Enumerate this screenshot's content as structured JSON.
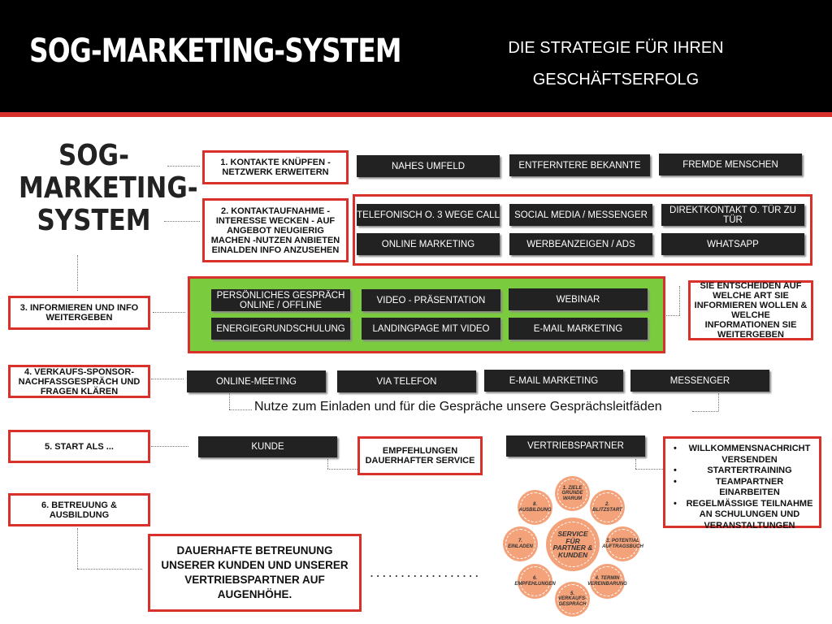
{
  "header": {
    "title": "SOG-MARKETING-SYSTEM",
    "subtitle_line1": "DIE STRATEGIE FÜR IHREN",
    "subtitle_line2": "GESCHÄFTSERFOLG"
  },
  "side_title": [
    "SOG-",
    "MARKETING-",
    "SYSTEM"
  ],
  "steps": {
    "step1": "1. KONTAKTE KNÜPFEN  -  NETZWERK ERWEITERN",
    "step2": "2. KONTAKTAUFNAHME - INTERESSE WECKEN - AUF ANGEBOT NEUGIERIG MACHEN -NUTZEN ANBIETEN EINALDEN INFO ANZUSEHEN",
    "step3": "3. INFORMIEREN UND INFO WEITERGEBEN",
    "step4": "4. VERKAUFS-SPONSOR-NACHFASSGESPRÄCH UND FRAGEN KLÄREN",
    "step5": "5. START ALS ...",
    "step6": "6. BETREUUNG & AUSBILDUNG"
  },
  "row1": [
    "NAHES UMFELD",
    "ENTFERNTERE BEKANNTE",
    "FREMDE MENSCHEN"
  ],
  "row2": [
    "TELEFONISCH O. 3 WEGE CALL",
    "SOCIAL MEDIA / MESSENGER",
    "DIREKTKONTAKT O. TÜR ZU TÜR",
    "ONLINE MARKETING",
    "WERBEANZEIGEN / ADS",
    "WHATSAPP"
  ],
  "row3": [
    "PERSÖNLICHES GESPRÄCH ONLINE / OFFLINE",
    "VIDEO - PRÄSENTATION",
    "WEBINAR",
    "ENERGIEGRUNDSCHULUNG",
    "LANDINGPAGE MIT VIDEO",
    "E-MAIL MARKETING"
  ],
  "row3_note": "SIE ENTSCHEIDEN AUF WELCHE ART SIE INFORMIEREN WOLLEN & WELCHE INFORMATIONEN SIE WEITERGEBEN",
  "row4": [
    "ONLINE-MEETING",
    "VIA TELEFON",
    "E-MAIL MARKETING",
    "MESSENGER"
  ],
  "row4_note": "Nutze zum Einladen und für die Gespräche unsere Gesprächsleitfäden",
  "row5": {
    "kunde": "KUNDE",
    "empfehlungen": "EMPFEHLUNGEN DAUERHAFTER SERVICE",
    "vertriebspartner": "VERTRIEBSPARTNER",
    "list": [
      "WILLKOMMENSNACHRICHT VERSENDEN",
      "STARTERTRAINING",
      "TEAMPARTNER EINARBEITEN",
      "REGELMÄSSIGE TEILNAHME AN SCHULUNGEN UND VERANSTALTUNGEN"
    ]
  },
  "bottom_box": "DAUERHAFTE BETREUNUNG UNSERER KUNDEN UND UNSERER VERTRIEBSPARTNER AUF AUGENHÖHE.",
  "bottom_dots": "..................",
  "circles": {
    "center": "SERVICE FÜR PARTNER & KUNDEN",
    "c1": "1. ZIELE GRÜNDE WARUM",
    "c2": "2. BLITZSTART",
    "c3": "3. POTENTIAL AUFTRAGSBUCH",
    "c4": "4. TERMIN VEREINBARUNG",
    "c5": "5. VERKAUFS-GESPRÄCH",
    "c6": "6. EMPFEHLUNGEN",
    "c7": "7. EINLADEN",
    "c8": "8. AUSBILDUNG"
  },
  "colors": {
    "accent_red": "#d8302a",
    "green": "#7bcb3f",
    "dark_box": "#222222",
    "circle": "#f4a27a"
  }
}
